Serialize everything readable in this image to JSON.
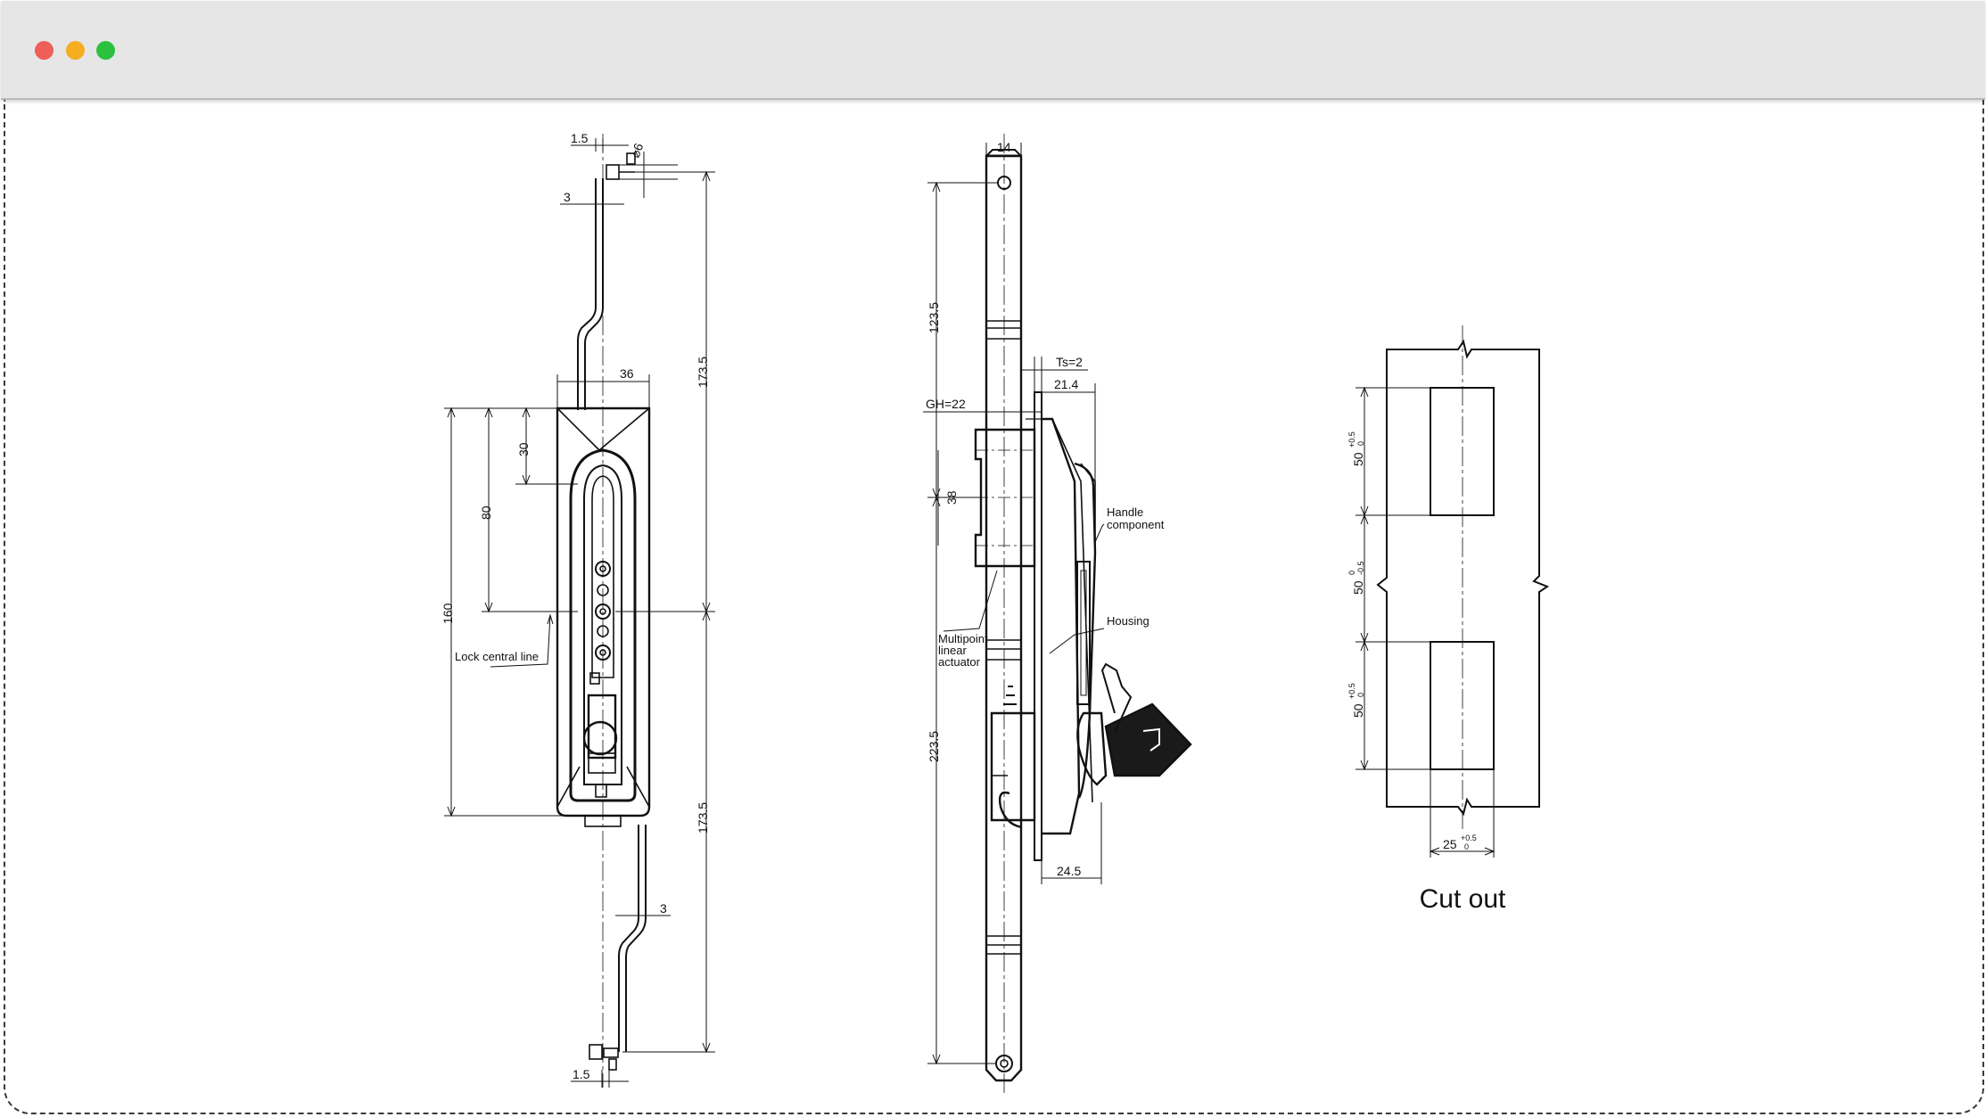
{
  "window": {
    "controls": {
      "close_color": "#ee5f57",
      "minimize_color": "#f5ae22",
      "maximize_color": "#2bc13f"
    }
  },
  "front_view": {
    "dimensions": {
      "d_1_5_top": "1.5",
      "d_phi6": "⌀6",
      "d_3_top": "3",
      "d_36": "36",
      "d_173_5_top": "173.5",
      "d_30": "30",
      "d_80": "80",
      "d_160": "160",
      "d_173_5_bottom": "173.5",
      "d_3_bottom": "3",
      "d_1_5_bottom": "1.5"
    },
    "labels": {
      "lock_central_line": "Lock central line"
    }
  },
  "side_view": {
    "dimensions": {
      "d_14": "14",
      "d_123_5": "123.5",
      "d_ts2": "Ts=2",
      "d_21_4": "21.4",
      "d_gh22": "GH=22",
      "d_38": "38",
      "d_223_5": "223.5",
      "d_24_5": "24.5"
    },
    "labels": {
      "handle_line1": "Handle",
      "handle_line2": "component",
      "housing": "Housing",
      "actuator_line1": "Multipoint",
      "actuator_line2": "linear",
      "actuator_line3": "actuator"
    }
  },
  "cutout_view": {
    "dimensions": {
      "d_50_top": "50",
      "d_50_top_tol_upper": "+0.5",
      "d_50_top_tol_lower": "0",
      "d_50_mid": "50",
      "d_50_mid_tol_upper": "0",
      "d_50_mid_tol_lower": "-0.5",
      "d_50_bottom": "50",
      "d_50_bottom_tol_upper": "+0.5",
      "d_50_bottom_tol_lower": "0",
      "d_25": "25",
      "d_25_tol_upper": "+0.5",
      "d_25_tol_lower": "0"
    },
    "title": "Cut out"
  }
}
